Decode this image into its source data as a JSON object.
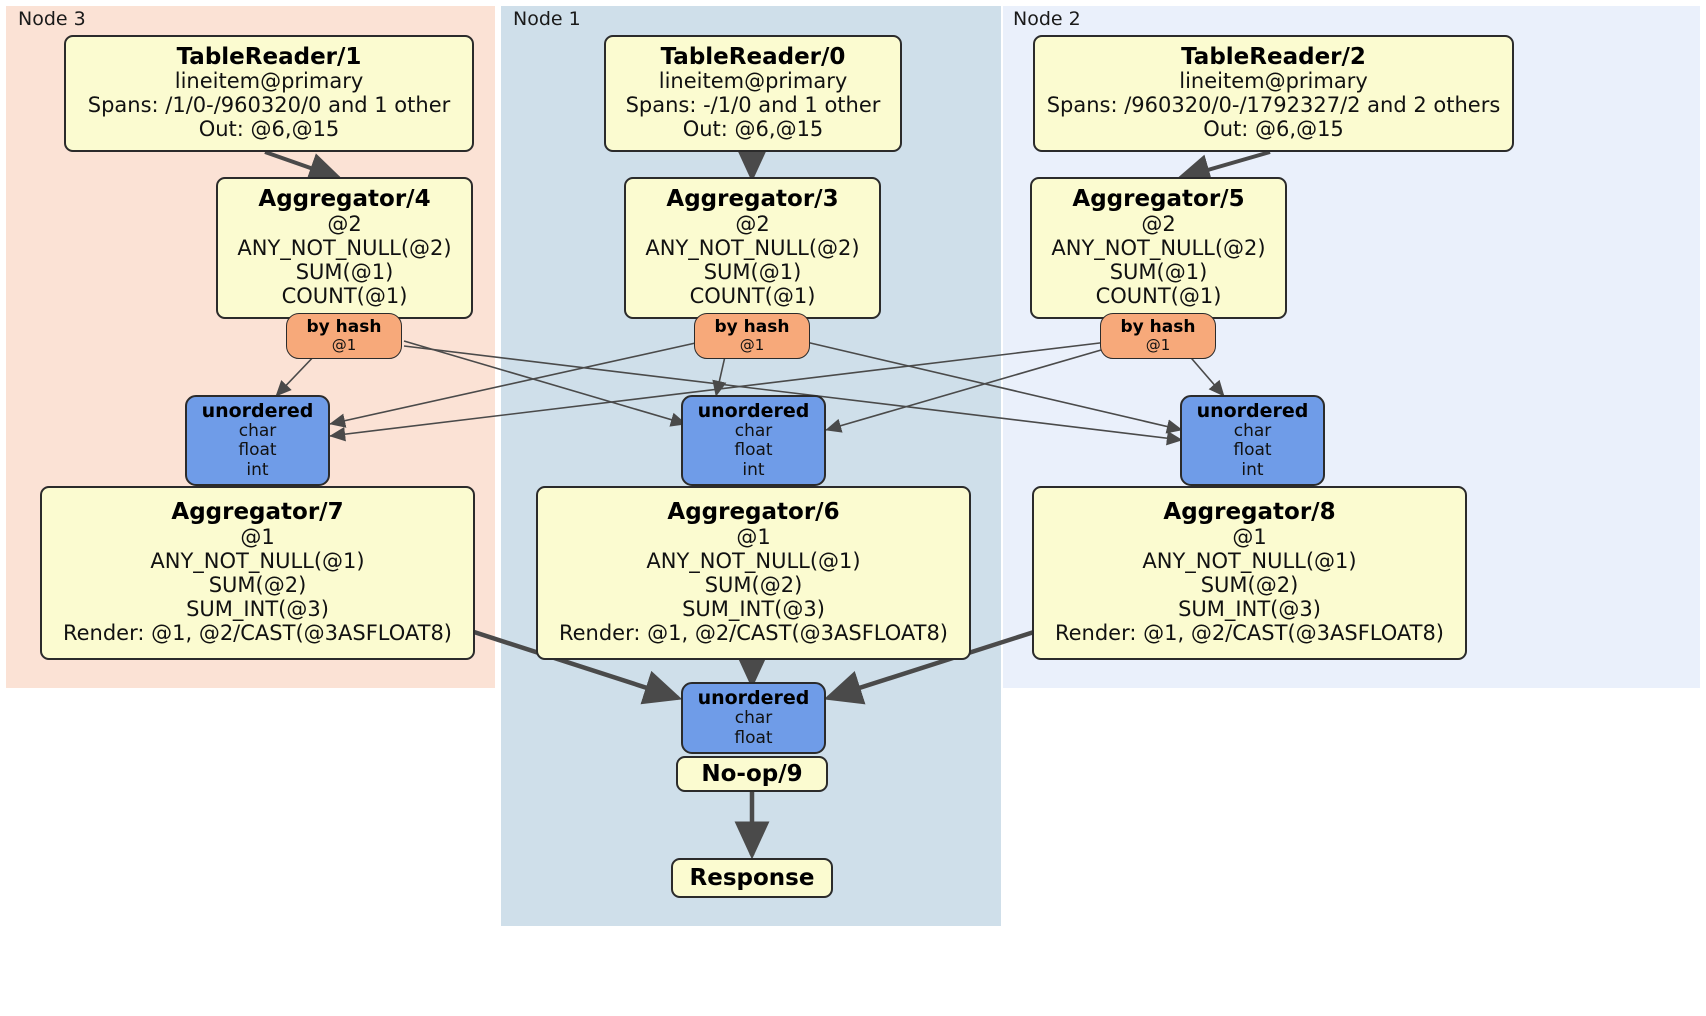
{
  "diagram": {
    "type": "distributed-query-plan",
    "colors": {
      "node3_panel": "#fbe2d5",
      "node1_panel": "#cfdfea",
      "node2_panel": "#eaf0fb",
      "processor": "#fbfbd0",
      "router": "#f7a97a",
      "stream": "#6f9ce8",
      "edge": "#4a4a4a",
      "border": "#2b2b2b"
    },
    "panels": [
      {
        "id": "node3",
        "label": "Node 3"
      },
      {
        "id": "node1",
        "label": "Node 1"
      },
      {
        "id": "node2",
        "label": "Node 2"
      }
    ],
    "nodes": {
      "tablereader1": {
        "title": "TableReader/1",
        "lines": [
          "lineitem@primary",
          "Spans: /1/0-/960320/0 and 1 other",
          "Out: @6,@15"
        ]
      },
      "tablereader0": {
        "title": "TableReader/0",
        "lines": [
          "lineitem@primary",
          "Spans: -/1/0 and 1 other",
          "Out: @6,@15"
        ]
      },
      "tablereader2": {
        "title": "TableReader/2",
        "lines": [
          "lineitem@primary",
          "Spans: /960320/0-/1792327/2 and 2 others",
          "Out: @6,@15"
        ]
      },
      "aggregator4": {
        "title": "Aggregator/4",
        "lines": [
          "@2",
          "ANY_NOT_NULL(@2)",
          "SUM(@1)",
          "COUNT(@1)"
        ]
      },
      "aggregator3": {
        "title": "Aggregator/3",
        "lines": [
          "@2",
          "ANY_NOT_NULL(@2)",
          "SUM(@1)",
          "COUNT(@1)"
        ]
      },
      "aggregator5": {
        "title": "Aggregator/5",
        "lines": [
          "@2",
          "ANY_NOT_NULL(@2)",
          "SUM(@1)",
          "COUNT(@1)"
        ]
      },
      "byhash_left": {
        "title": "by hash",
        "lines": [
          "@1"
        ]
      },
      "byhash_mid": {
        "title": "by hash",
        "lines": [
          "@1"
        ]
      },
      "byhash_right": {
        "title": "by hash",
        "lines": [
          "@1"
        ]
      },
      "unordered_left": {
        "title": "unordered",
        "lines": [
          "char",
          "float",
          "int"
        ]
      },
      "unordered_mid": {
        "title": "unordered",
        "lines": [
          "char",
          "float",
          "int"
        ]
      },
      "unordered_right": {
        "title": "unordered",
        "lines": [
          "char",
          "float",
          "int"
        ]
      },
      "aggregator7": {
        "title": "Aggregator/7",
        "lines": [
          "@1",
          "ANY_NOT_NULL(@1)",
          "SUM(@2)",
          "SUM_INT(@3)",
          "Render: @1, @2/CAST(@3ASFLOAT8)"
        ]
      },
      "aggregator6": {
        "title": "Aggregator/6",
        "lines": [
          "@1",
          "ANY_NOT_NULL(@1)",
          "SUM(@2)",
          "SUM_INT(@3)",
          "Render: @1, @2/CAST(@3ASFLOAT8)"
        ]
      },
      "aggregator8": {
        "title": "Aggregator/8",
        "lines": [
          "@1",
          "ANY_NOT_NULL(@1)",
          "SUM(@2)",
          "SUM_INT(@3)",
          "Render: @1, @2/CAST(@3ASFLOAT8)"
        ]
      },
      "unordered_final": {
        "title": "unordered",
        "lines": [
          "char",
          "float"
        ]
      },
      "noop9": {
        "title": "No-op/9",
        "lines": []
      },
      "response": {
        "title": "Response",
        "lines": []
      }
    }
  }
}
